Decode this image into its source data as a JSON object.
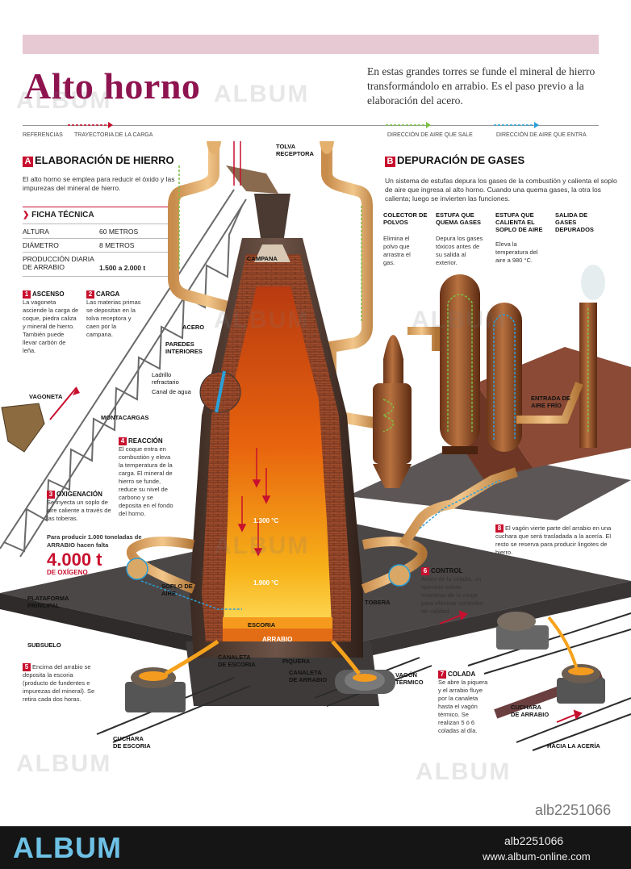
{
  "header": {
    "title": "Alto horno",
    "intro": "En estas grandes torres se funde el mineral de hierro transformándolo en arrabio. Es el paso previo a la elaboración del acero.",
    "legend": {
      "referencias": "REFERENCIAS",
      "carga": "TRAYECTORIA DE LA CARGA",
      "aire_sale": "DIRECCIÓN DE AIRE QUE SALE",
      "aire_entra": "DIRECCIÓN DE AIRE QUE ENTRA"
    },
    "colors": {
      "title": "#8e1450",
      "accent": "#c8102e",
      "air_out": "#7bc143",
      "air_in": "#2a9fd8",
      "load": "#c8102e"
    }
  },
  "section_a": {
    "letter": "A",
    "title": "ELABORACIÓN DE HIERRO",
    "text": "El alto horno se emplea para reducir el óxido y las impurezas del mineral de hierro.",
    "ficha_title": "FICHA TÉCNICA",
    "ficha": [
      {
        "label": "ALTURA",
        "value": "60 METROS"
      },
      {
        "label": "DIÁMETRO",
        "value": "8 METROS"
      },
      {
        "label": "PRODUCCIÓN DIARIA DE ARRABIO",
        "value": "1.500 a 2.000 t"
      }
    ]
  },
  "section_b": {
    "letter": "B",
    "title": "DEPURACIÓN DE GASES",
    "text": "Un sistema de estufas depura los gases de la combustión y calienta el soplo de aire que ingresa al alto horno. Cuando una quema gases, la otra los calienta; luego se invierten las funciones.",
    "columns": [
      {
        "title": "COLECTOR DE POLVOS",
        "text": "Elimina el polvo que arrastra el gas."
      },
      {
        "title": "ESTUFA QUE QUEMA GASES",
        "text": "Depura los gases tóxicos antes de su salida al exterior."
      },
      {
        "title": "ESTUFA QUE CALIENTA EL SOPLO DE AIRE",
        "text": "Eleva la temperatura del aire a 980 °C."
      },
      {
        "title": "SALIDA DE GASES DEPURADOS",
        "text": ""
      }
    ]
  },
  "steps": [
    {
      "n": "1",
      "title": "ASCENSO",
      "text": "La vagoneta asciende la carga de coque, piedra caliza y mineral de hierro. También puede llevar carbón de leña."
    },
    {
      "n": "2",
      "title": "CARGA",
      "text": "Las materias primas se depositan en la tolva receptora y caen por la campana."
    },
    {
      "n": "3",
      "title": "OXIGENACIÓN",
      "text": "Se inyecta un soplo de aire caliente a través de las toberas."
    },
    {
      "n": "4",
      "title": "REACCIÓN",
      "text": "El coque entra en combustión y eleva la temperatura de la carga. El mineral de hierro se funde, reduce su nivel de carbono y se deposita en el fondo del horno."
    },
    {
      "n": "5",
      "title": "",
      "text": "Encima del arrabio se deposita la escoria (producto de fundentes e impurezas del mineral). Se retira cada dos horas."
    },
    {
      "n": "6",
      "title": "CONTROL",
      "text": "Antes de la colada, un operario extrae muestras de la carga para efectuar controles de calidad."
    },
    {
      "n": "7",
      "title": "COLADA",
      "text": "Se abre la piquera y el arrabio fluye por la canaleta hasta el vagón térmico. Se realizan 5 ó 6 coladas al día."
    },
    {
      "n": "8",
      "title": "",
      "text": "El vagón vierte parte del arrabio en una cuchara que será trasladada a la acería. El resto se reserva para producir lingotes de hierro."
    }
  ],
  "oxygen": {
    "text": "Para producir 1.000 toneladas de ARRABIO hacen falta",
    "value": "4.000 t",
    "unit": "DE OXÍGENO"
  },
  "labels": {
    "tolva": "TOLVA RECEPTORA",
    "campana": "CAMPANA",
    "acero": "ACERO",
    "paredes": "PAREDES INTERIORES",
    "ladrillo": "Ladrillo refractario",
    "canal_agua": "Canal de agua",
    "vagoneta": "VAGONETA",
    "montacargas": "MONTACARGAS",
    "temp1": "1.300 °C",
    "temp2": "1.900 °C",
    "soplo": "SOPLO DE AIRE",
    "plataforma": "PLATAFORMA PRINCIPAL",
    "subsuelo": "SUBSUELO",
    "escoria": "ESCORIA",
    "arrabio": "ARRABIO",
    "tobera": "TOBERA",
    "canaleta_escoria": "CANALETA DE ESCORIA",
    "piquera": "PIQUERA",
    "canaleta_arrabio": "CANALETA DE ARRABIO",
    "vagon_termico": "VAGÓN TÉRMICO",
    "cuchara_escoria": "CUCHARA DE ESCORIA",
    "cuchara_arrabio": "CUCHARA DE ARRABIO",
    "hacia_aceria": "HACIA LA ACERÍA",
    "entrada_aire": "ENTRADA DE AIRE FRÍO"
  },
  "watermark": {
    "text": "ALBUM",
    "code": "alb2251066"
  },
  "footer": {
    "logo": "ALBUM",
    "code": "alb2251066",
    "url": "www.album-online.com"
  }
}
